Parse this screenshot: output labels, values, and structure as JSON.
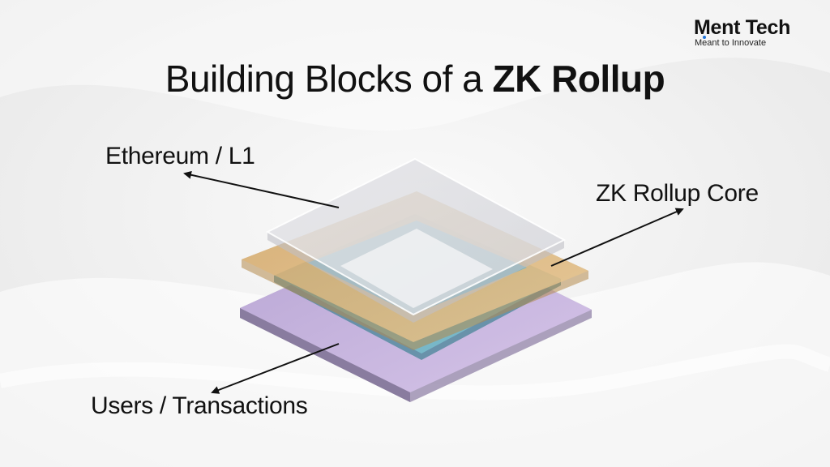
{
  "title": {
    "prefix": "Building Blocks of a ",
    "highlight": "ZK Rollup"
  },
  "logo": {
    "name": "Ment Tech",
    "tagline": "Meant to Innovate"
  },
  "labels": {
    "ethereum_l1": "Ethereum / L1",
    "zk_rollup_core": "ZK Rollup Core",
    "users_transactions": "Users / Transactions"
  },
  "colors": {
    "top_layer": "#e9e9ec",
    "middle_layer": "#e0b981",
    "inner_layer": "#6fb4c6",
    "bottom_layer": "#c9b2e0",
    "logo_dot": "#1e73d9"
  }
}
